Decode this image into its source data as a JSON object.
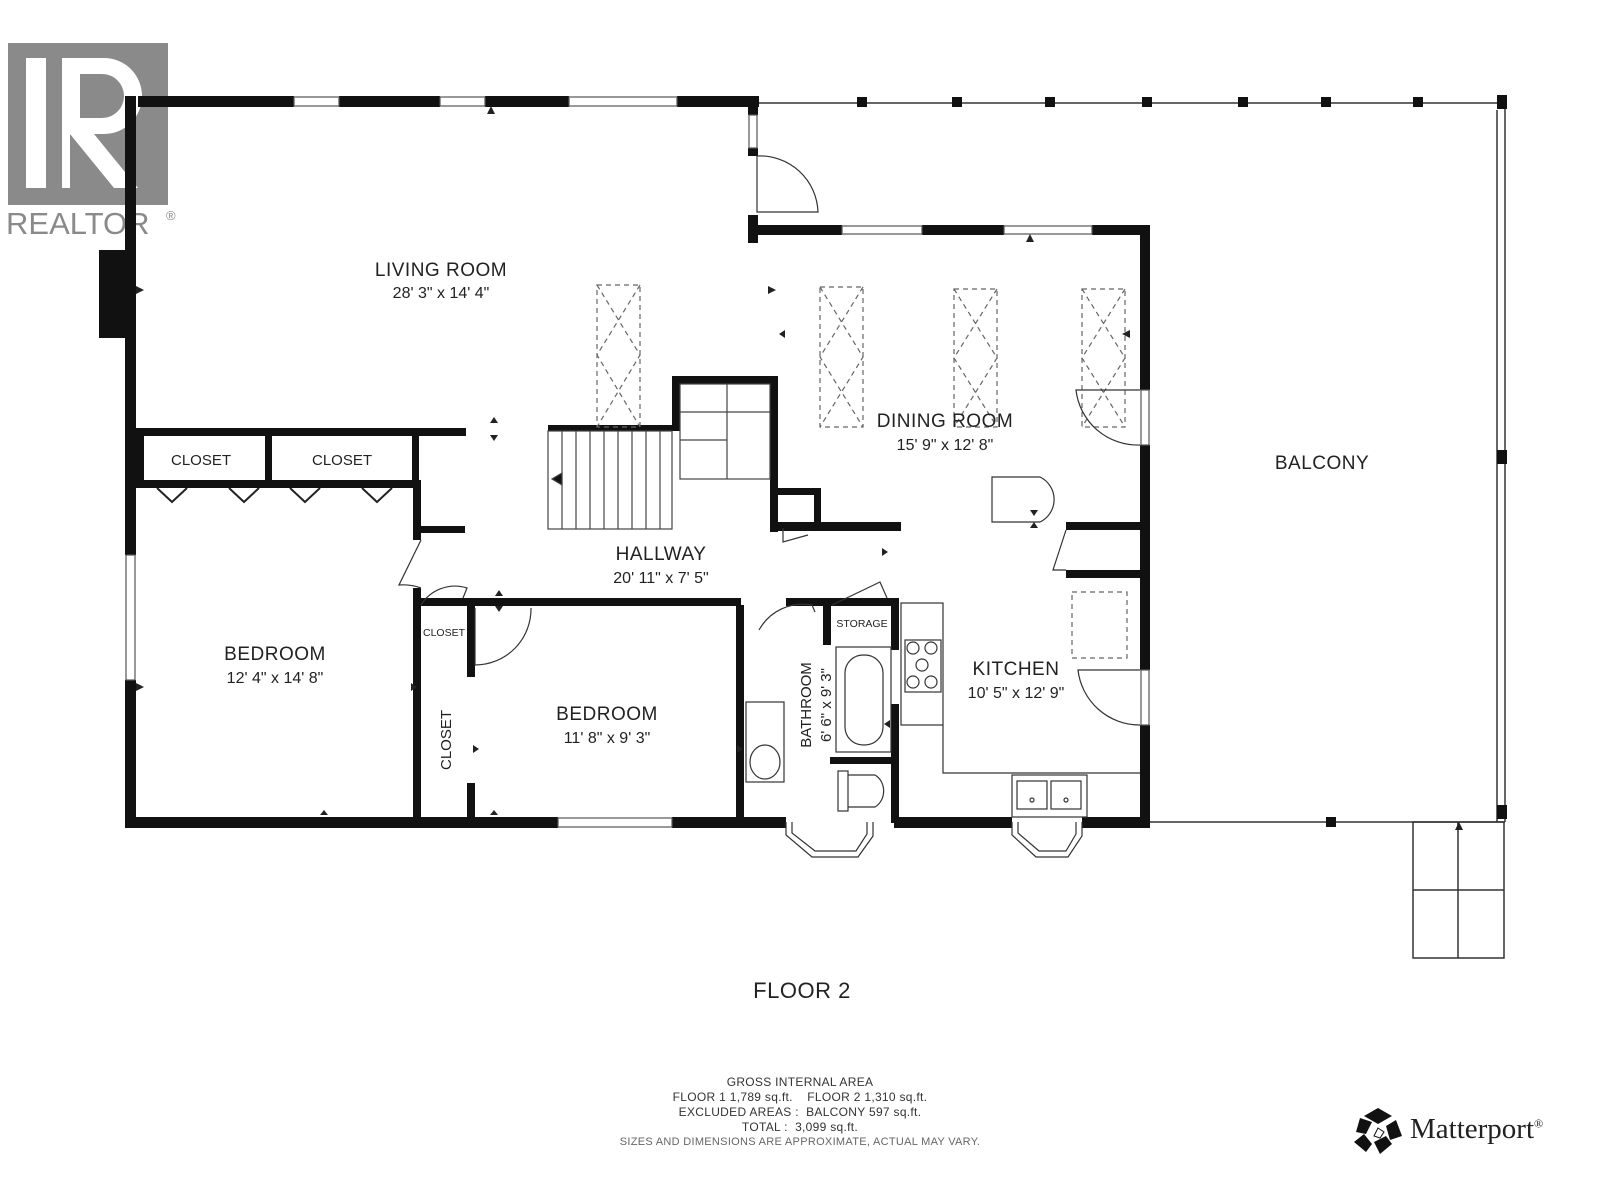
{
  "logo": {
    "realtor": "REALTOR",
    "reg": "®"
  },
  "rooms": {
    "living": {
      "name": "LIVING ROOM",
      "dims": "28' 3\" x 14' 4\""
    },
    "dining": {
      "name": "DINING ROOM",
      "dims": "15' 9\" x 12' 8\""
    },
    "balcony": {
      "name": "BALCONY"
    },
    "closet1": {
      "name": "CLOSET"
    },
    "closet2": {
      "name": "CLOSET"
    },
    "hallway": {
      "name": "HALLWAY",
      "dims": "20' 11\" x 7' 5\""
    },
    "bedroom1": {
      "name": "BEDROOM",
      "dims": "12' 4\" x 14' 8\""
    },
    "closet_small": {
      "name": "CLOSET"
    },
    "closet_vertical": {
      "name": "CLOSET"
    },
    "bedroom2": {
      "name": "BEDROOM",
      "dims": "11' 8\" x 9' 3\""
    },
    "storage": {
      "name": "STORAGE"
    },
    "bathroom": {
      "name": "BATHROOM",
      "dims": "6' 6\" x 9' 3\""
    },
    "kitchen": {
      "name": "KITCHEN",
      "dims": "10' 5\" x 12' 9\""
    }
  },
  "floor_title": "FLOOR 2",
  "area": {
    "heading": "GROSS INTERNAL AREA",
    "line1": "FLOOR 1 1,789 sq.ft.    FLOOR 2 1,310 sq.ft.",
    "line2": "EXCLUDED AREAS :  BALCONY 597 sq.ft.",
    "line3": "TOTAL :  3,099 sq.ft.",
    "note": "SIZES AND DIMENSIONS ARE APPROXIMATE, ACTUAL MAY VARY."
  },
  "brand": {
    "name": "Matterport",
    "reg": "®"
  },
  "colors": {
    "wall": "#111111",
    "text": "#222222",
    "logo_gray": "#8a8a8a"
  }
}
